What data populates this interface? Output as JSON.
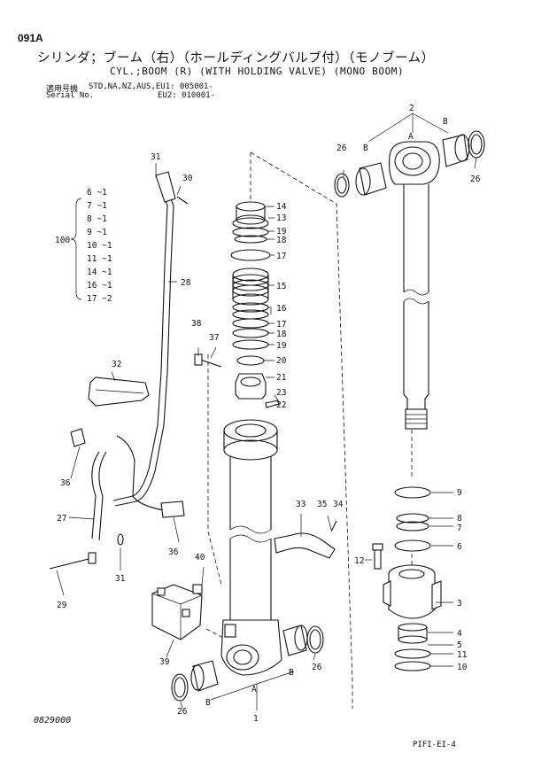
{
  "header": {
    "page_code": "091A",
    "title_ja": "シリンダ；ブーム（右）（ホールディングバルブ付）（モノブーム）",
    "title_en": "CYL.;BOOM (R) (WITH HOLDING VALVE) (MONO BOOM)",
    "applicable_label": "適用号機",
    "applicable_value": "STD,NA,NZ,AUS,EU1: 005001-",
    "serial_label": "Serial No.",
    "serial_value": "EU2: 010001-"
  },
  "footer": {
    "drawing_number": "0829000",
    "page_ref": "PIFI-EI-4"
  },
  "kit": {
    "label": "100",
    "items": [
      "6 ~1",
      "7 ~1",
      "8 ~1",
      "9 ~1",
      "10 ~1",
      "11 ~1",
      "14 ~1",
      "16 ~1",
      "17 ~2"
    ]
  },
  "callouts": {
    "c1": "1",
    "c2": "2",
    "c3": "3",
    "c4": "4",
    "c5": "5",
    "c6": "6",
    "c7": "7",
    "c8": "8",
    "c9": "9",
    "c10": "10",
    "c11": "11",
    "c12": "12",
    "c13": "13",
    "c14": "14",
    "c15": "15",
    "c16": "16",
    "c17a": "17",
    "c17b": "17",
    "c18a": "18",
    "c18b": "18",
    "c19a": "19",
    "c19b": "19",
    "c20": "20",
    "c21": "21",
    "c22": "22",
    "c23": "23",
    "c26a": "26",
    "c26b": "26",
    "c26c": "26",
    "c26d": "26",
    "c27": "27",
    "c28": "28",
    "c29": "29",
    "c30": "30",
    "c31a": "31",
    "c31b": "31",
    "c32": "32",
    "c33": "33",
    "c34": "34",
    "c35": "35",
    "c36a": "36",
    "c36b": "36",
    "c37": "37",
    "c38": "38",
    "c39": "39",
    "c40": "40",
    "A_top": "A",
    "B_top_left": "B",
    "B_top_right": "B",
    "A_bottom": "A",
    "B_bottom_left": "B",
    "B_bottom_right": "B"
  }
}
